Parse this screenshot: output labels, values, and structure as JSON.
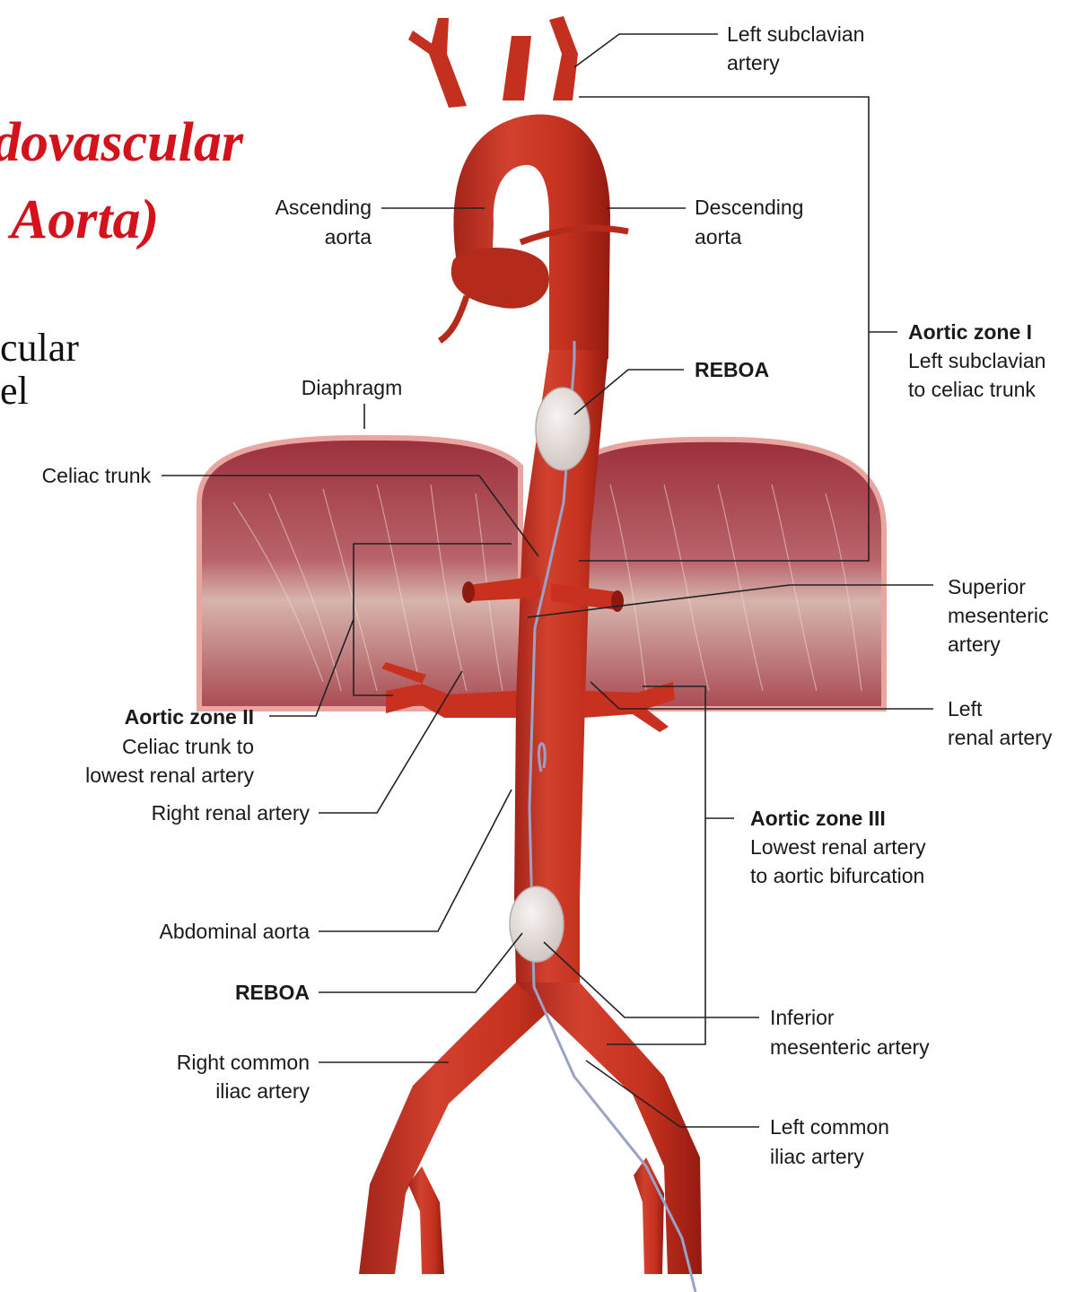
{
  "slide": {
    "title_line1": "dovascular",
    "title_line2": ": Aorta)",
    "body_line1": "cular",
    "body_line2": "el"
  },
  "colors": {
    "title": "#d3121b",
    "artery": "#c8301f",
    "artery_dark": "#9b1c12",
    "diaphragm": "#a8404a",
    "balloon": "#e6dfdc",
    "catheter": "#9aa2c6"
  },
  "labels": {
    "left_subclavian_1": "Left subclavian",
    "left_subclavian_2": "artery",
    "ascending_1": "Ascending",
    "ascending_2": "aorta",
    "descending_1": "Descending",
    "descending_2": "aorta",
    "zone1_title": "Aortic zone I",
    "zone1_desc1": "Left subclavian",
    "zone1_desc2": "to celiac trunk",
    "reboa_upper": "REBOA",
    "diaphragm": "Diaphragm",
    "celiac": "Celiac trunk",
    "sma_1": "Superior",
    "sma_2": "mesenteric",
    "sma_3": "artery",
    "left_renal_1": "Left",
    "left_renal_2": "renal artery",
    "zone2_title": "Aortic zone II",
    "zone2_desc1": "Celiac trunk to",
    "zone2_desc2": "lowest renal artery",
    "right_renal": "Right renal artery",
    "zone3_title": "Aortic zone III",
    "zone3_desc1": "Lowest renal artery",
    "zone3_desc2": "to aortic bifurcation",
    "abdominal": "Abdominal aorta",
    "reboa_lower": "REBOA",
    "ima_1": "Inferior",
    "ima_2": "mesenteric artery",
    "right_iliac_1": "Right common",
    "right_iliac_2": "iliac artery",
    "left_iliac_1": "Left common",
    "left_iliac_2": "iliac artery"
  }
}
